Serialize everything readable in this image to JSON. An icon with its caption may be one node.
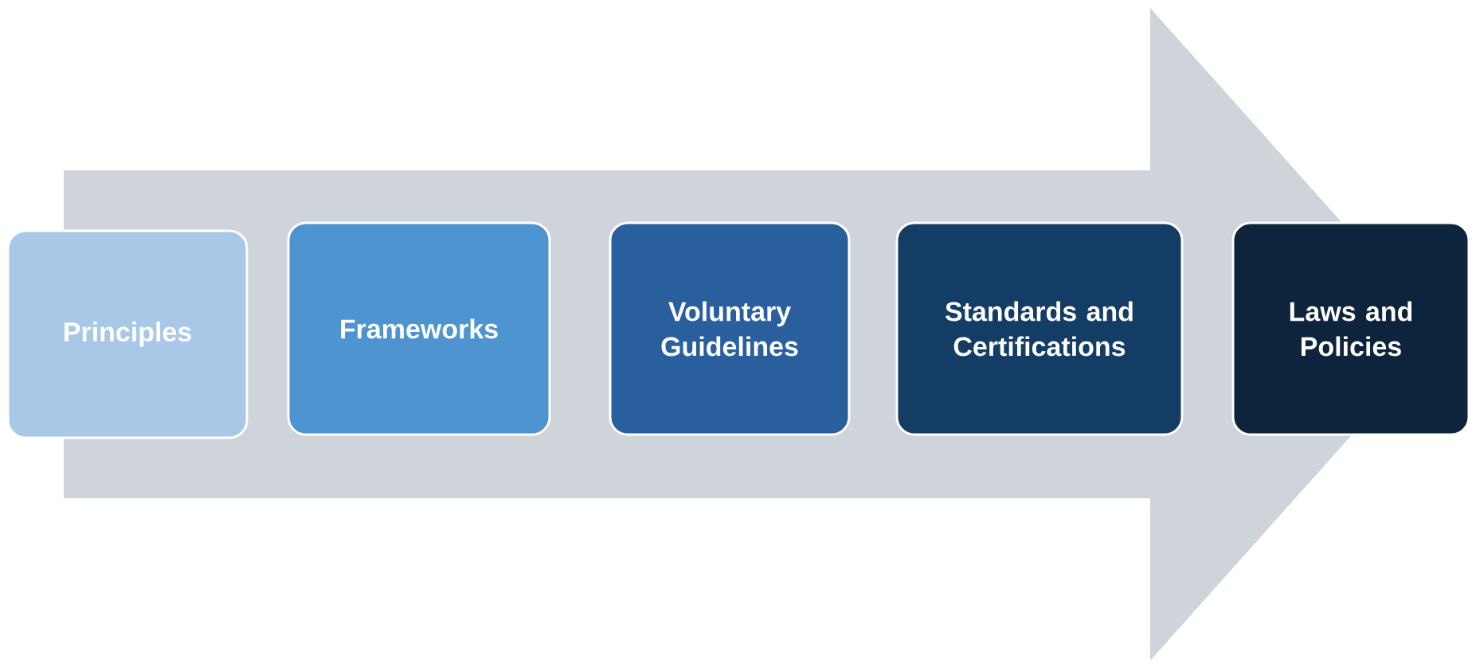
{
  "diagram": {
    "nodes": [
      {
        "text": [
          "Principles"
        ]
      },
      {
        "text": [
          "Frameworks"
        ]
      },
      {
        "text": [
          "Voluntary Guidelines"
        ]
      },
      {
        "text": [
          "Standards and Certifications"
        ]
      },
      {
        "text": [
          "Laws and Policies"
        ]
      }
    ],
    "edges": [
      {
        "from": 0,
        "to": 4,
        "arrow": "to"
      }
    ]
  }
}
